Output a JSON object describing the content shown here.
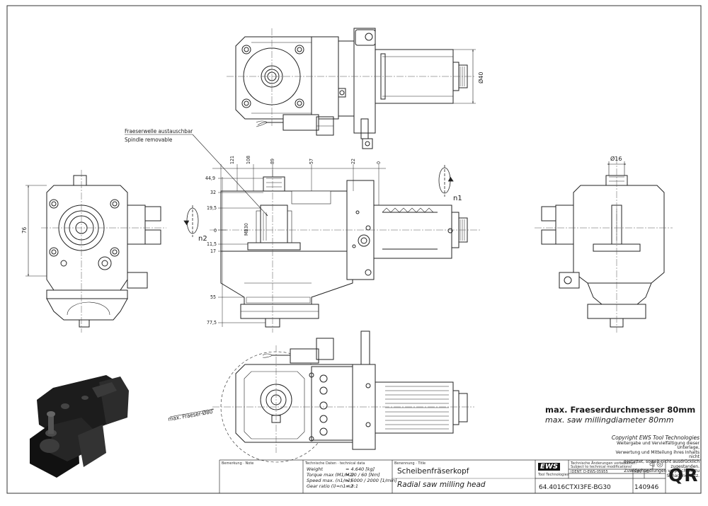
{
  "annotations": {
    "spindle_de": "Fraeserwelle austauschbar",
    "spindle_en": "Spindle removable",
    "max_cutter": "max. Fraeser-Ø80",
    "d40": "Ø40",
    "d16": "Ø16",
    "d76": "76",
    "mb30": "MB30",
    "n1": "n1",
    "n2": "n2"
  },
  "dimensions": {
    "horizontal": [
      "121",
      "108",
      "89",
      "57",
      "22",
      "0"
    ],
    "vertical": [
      "44,9",
      "32",
      "19,5",
      "0",
      "11,5",
      "17",
      "55",
      "77,5"
    ]
  },
  "notes": {
    "max_diameter_de": "max. Fraeserdurchmesser 80mm",
    "max_diameter_en": "max. saw millingdiameter 80mm"
  },
  "copyright": {
    "heading": "Copyright EWS Tool Technologies",
    "lines": [
      "Weitergabe und Vervielfältigung dieser Unterlage,",
      "Verwertung und Mitteilung ihres Inhalts nicht",
      "gestattet, soweit nicht ausdrücklich zugestanden.",
      "Zuwiderhandlungen verpflichten zu Schadenersatz."
    ]
  },
  "title_block": {
    "remark_label": "Bemerkung · Note",
    "tech_label": "Technische Daten · technical data",
    "tech_rows": [
      {
        "label": "Weight",
        "value": "= 4.640 [kg]"
      },
      {
        "label": "Torque max (M1/M2)",
        "value": "= 20 / 60 [Nm]"
      },
      {
        "label": "Speed max. (n1/n2)",
        "value": "= 6000 / 2000 [1/min]"
      },
      {
        "label": "Gear ratio (i)=n1:n2",
        "value": "= 3:1"
      }
    ],
    "name_label": "Benennung · Title",
    "title_de": "Scheibenfräserkopf",
    "title_en": "Radial saw milling head",
    "company_logo": "EWS",
    "company_sub": "Tool Technologies",
    "change_note_de": "Technische Änderungen vorbehalten!",
    "change_note_en": "Subject to technical modifications!",
    "ident": "IDENT: D-EWS-05955",
    "rev": "REV. : /B",
    "drawing_no": "64.4016CTXI3FE-BG30",
    "part_no": "140946",
    "qr": "QR"
  }
}
